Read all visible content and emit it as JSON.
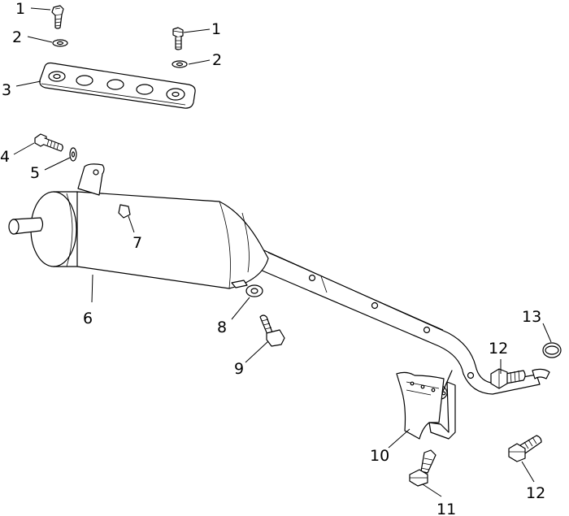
{
  "diagram": {
    "callouts": [
      {
        "id": "c1a",
        "label": "1"
      },
      {
        "id": "c1b",
        "label": "1"
      },
      {
        "id": "c2a",
        "label": "2"
      },
      {
        "id": "c2b",
        "label": "2"
      },
      {
        "id": "c3",
        "label": "3"
      },
      {
        "id": "c4",
        "label": "4"
      },
      {
        "id": "c5",
        "label": "5"
      },
      {
        "id": "c6",
        "label": "6"
      },
      {
        "id": "c7",
        "label": "7"
      },
      {
        "id": "c8",
        "label": "8"
      },
      {
        "id": "c9",
        "label": "9"
      },
      {
        "id": "c10",
        "label": "10"
      },
      {
        "id": "c11",
        "label": "11"
      },
      {
        "id": "c12a",
        "label": "12"
      },
      {
        "id": "c12b",
        "label": "12"
      },
      {
        "id": "c13",
        "label": "13"
      }
    ]
  }
}
